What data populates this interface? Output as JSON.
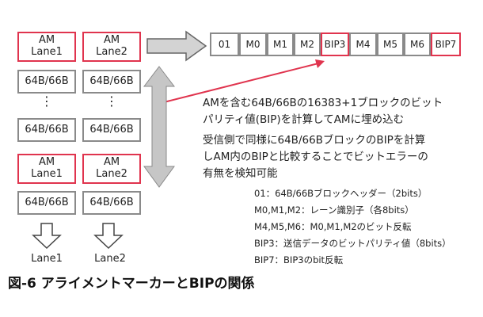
{
  "lanes": [
    {
      "am_top": [
        "AM",
        "Lane1"
      ],
      "block_label": "64B/66B",
      "dots": "⋮",
      "am_bottom": [
        "AM",
        "Lane1"
      ],
      "label": "Lane1"
    },
    {
      "am_top": [
        "AM",
        "Lane2"
      ],
      "block_label": "64B/66B",
      "dots": "⋮",
      "am_bottom": [
        "AM",
        "Lane2"
      ],
      "label": "Lane2"
    }
  ],
  "am_structure": [
    "01",
    "M0",
    "M1",
    "M2",
    "BIP3",
    "M4",
    "M5",
    "M6",
    "BIP7"
  ],
  "description": {
    "line1": "AMを含む64B/66Bの16383+1ブロックのビット",
    "line2": "パリティ値(BIP)を計算してAMに埋め込む",
    "line3": "受信側で同様に64B/66BブロックのBIPを計算",
    "line4": "しAM内のBIPと比較することでビットエラーの",
    "line5": "有無を検知可能"
  },
  "legend": [
    "01：64B/66Bブロックヘッダー（2bits）",
    "M0,M1,M2：レーン識別子（各8bits）",
    "M4,M5,M6：M0,M1,M2のビット反転",
    "BIP3：送信データのビットパリティ値（8bits）",
    "BIP7：BIP3のbit反転"
  ],
  "caption": "図-6 アライメントマーカーとBIPの関係",
  "colors": {
    "am_border": "#e0344e",
    "block_border": "#8a8a8a",
    "arrow_gray": "#b3b3b3",
    "arrow_red": "#e0344e"
  }
}
